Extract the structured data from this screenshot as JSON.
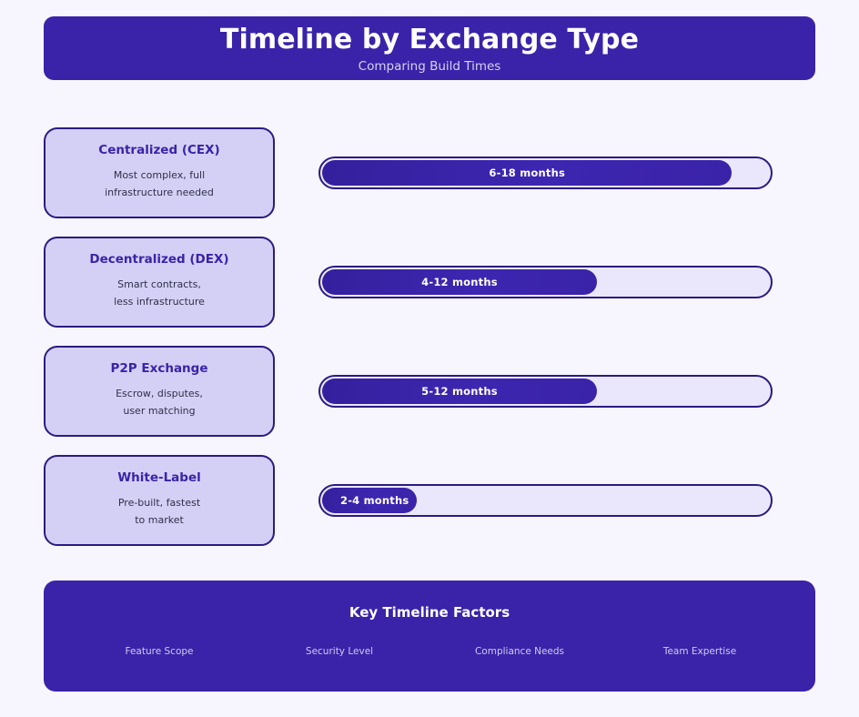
{
  "header": {
    "title": "Timeline by Exchange Type",
    "subtitle": "Comparing Build Times"
  },
  "colors": {
    "page_background": "#F7F5FD",
    "brand_indigo": "#3A23A8",
    "border_navy": "#2A1B82",
    "card_lavender": "#D4D0F5",
    "track_lavender": "#EAE7FC",
    "title_white": "#FFFFFF",
    "subtitle_lilac": "#D7D2F2"
  },
  "chart_data": {
    "type": "bar",
    "title": "Timeline by Exchange Type",
    "subtitle": "Comparing Build Times",
    "xlabel": "",
    "ylabel": "",
    "orientation": "horizontal",
    "grid": false,
    "legend": "none",
    "categories": [
      "Centralized (CEX)",
      "Decentralized (DEX)",
      "P2P Exchange",
      "White-Label"
    ],
    "value_labels": [
      "6-18 months",
      "4-12 months",
      "5-12 months",
      "2-4 months"
    ],
    "values": [
      91,
      61,
      61,
      21
    ],
    "ylim": [
      0,
      100
    ],
    "units": "percent of maximum build time",
    "months_min": [
      6,
      4,
      5,
      2
    ],
    "months_max": [
      18,
      12,
      12,
      4
    ]
  },
  "rows": [
    {
      "name": "Centralized (CEX)",
      "desc_line1": "Most complex, full",
      "desc_line2": "infrastructure needed",
      "bar_label": "6-18 months",
      "fill_percent": 91,
      "label_align": "center"
    },
    {
      "name": "Decentralized (DEX)",
      "desc_line1": "Smart contracts,",
      "desc_line2": "less infrastructure",
      "bar_label": "4-12 months",
      "fill_percent": 61,
      "label_align": "center"
    },
    {
      "name": "P2P Exchange",
      "desc_line1": "Escrow, disputes,",
      "desc_line2": "user matching",
      "bar_label": "5-12 months",
      "fill_percent": 61,
      "label_align": "center"
    },
    {
      "name": "White-Label",
      "desc_line1": "Pre-built, fastest",
      "desc_line2": "to market",
      "bar_label": "2-4 months",
      "fill_percent": 21,
      "label_align": "left"
    }
  ],
  "footer": {
    "title": "Key Timeline Factors",
    "factors": [
      "Feature Scope",
      "Security Level",
      "Compliance Needs",
      "Team Expertise"
    ]
  }
}
